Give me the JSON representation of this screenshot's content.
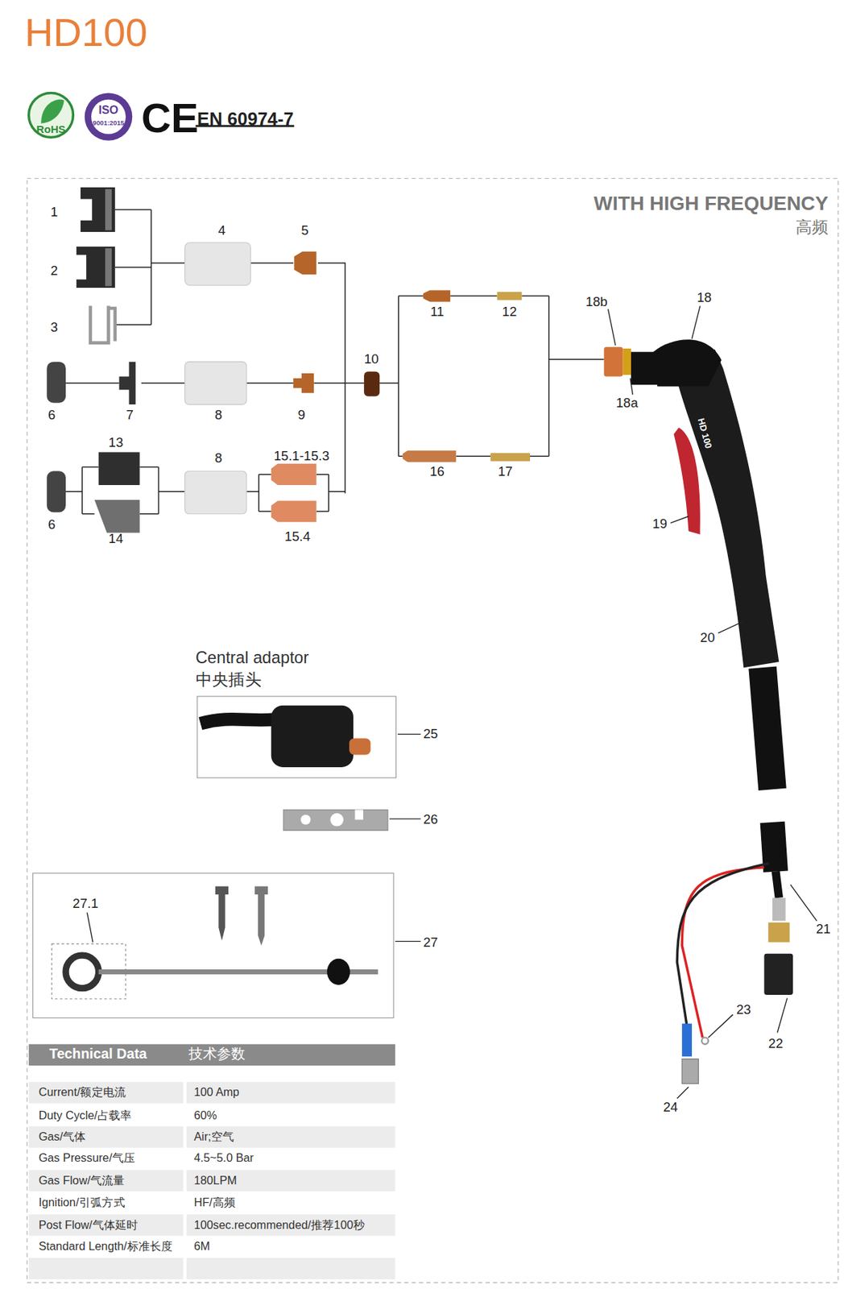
{
  "diagram": {
    "title": "HD100",
    "labels": [
      "RoHS",
      "ISO",
      "9001:2015",
      "CE",
      "EN 60974-7",
      "WITH HIGH FREQUENCY",
      "高频",
      "1",
      "2",
      "3",
      "4",
      "5",
      "10",
      "11",
      "12",
      "18b",
      "18",
      "6",
      "7",
      "8",
      "9",
      "18a",
      "HD 100",
      "13",
      "8",
      "15.1-15.3",
      "19",
      "6",
      "14",
      "15.4",
      "16",
      "17",
      "20",
      "Central adaptor",
      "中央插头",
      "25",
      "26",
      "27.1",
      "27",
      "21",
      "22",
      "23",
      "24",
      "Technical Data",
      "技术参数",
      "Current/额定电流",
      "100 Amp",
      "Duty Cycle/占载率",
      "60%",
      "Gas/气体",
      "Air;空气",
      "Gas Pressure/气压",
      "4.5~5.0 Bar",
      "Gas Flow/气流量",
      "180LPM",
      "Ignition/引弧方式",
      "HF/高频",
      "Post Flow/气体延时",
      "100sec.recommended/推荐100秒",
      "Standard Length/标准长度",
      "6M"
    ]
  }
}
